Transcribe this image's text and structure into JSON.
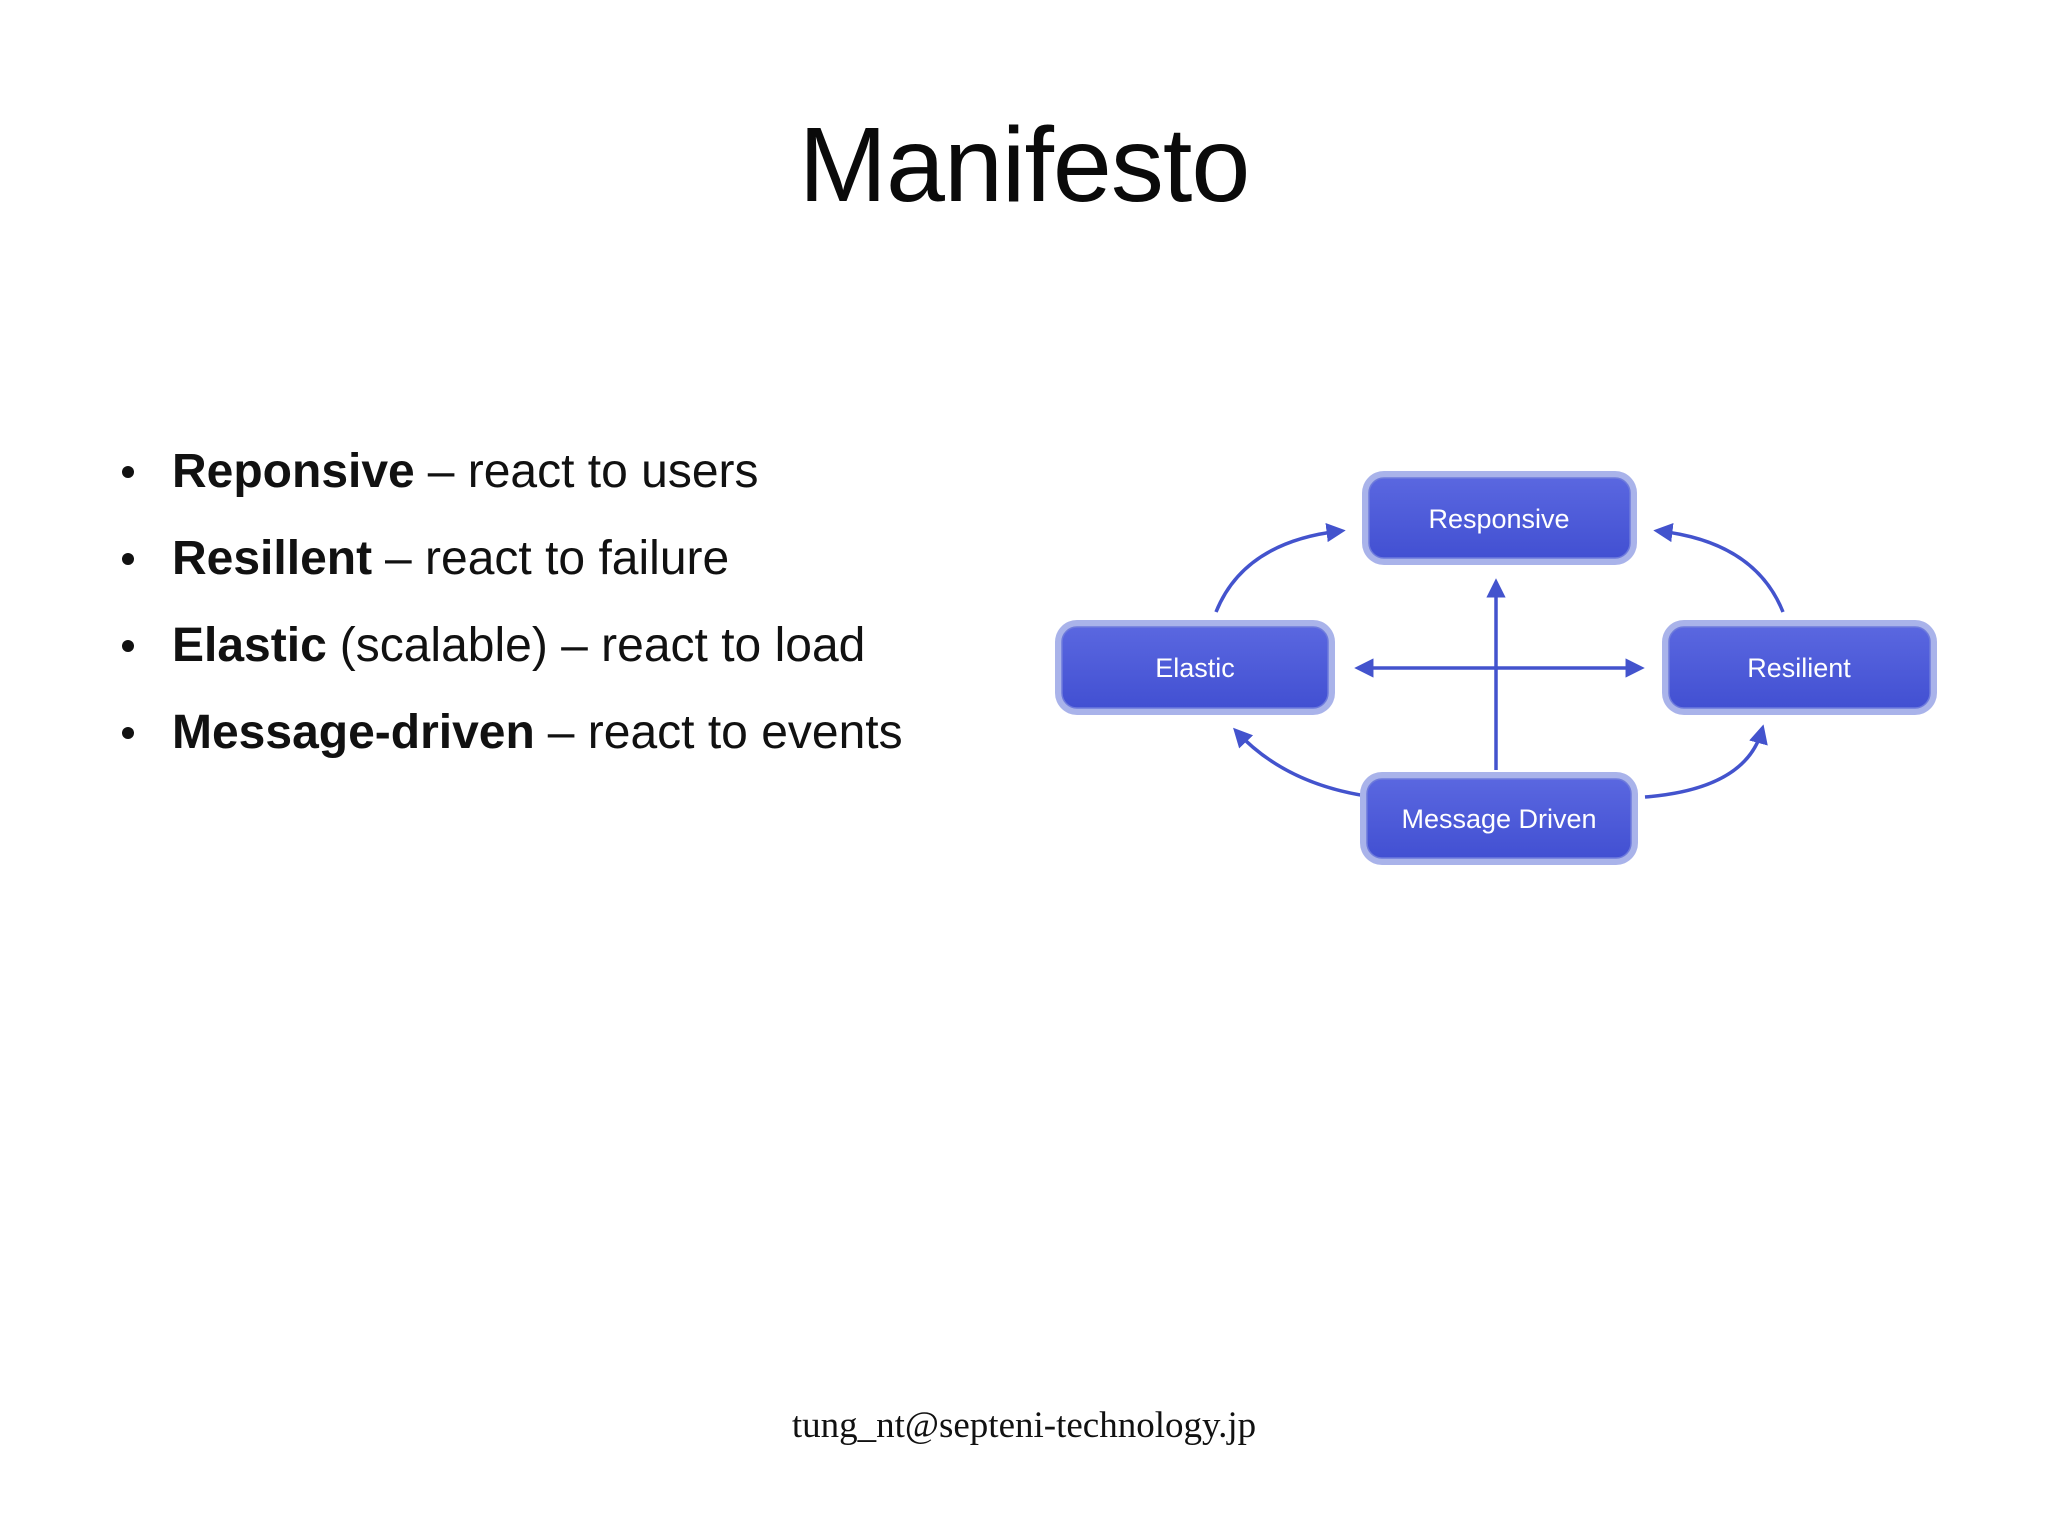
{
  "slide": {
    "title": "Manifesto",
    "footer": "tung_nt@septeni-technology.jp"
  },
  "bullets": [
    {
      "term": "Reponsive",
      "rest": "– react to users"
    },
    {
      "term": "Resillent",
      "rest": "– react to failure"
    },
    {
      "term": "Elastic",
      "rest": "(scalable) – react to load"
    },
    {
      "term": "Message-driven",
      "rest": "– react to events"
    }
  ],
  "diagram": {
    "nodes": [
      {
        "label": "Responsive"
      },
      {
        "label": "Elastic"
      },
      {
        "label": "Resilient"
      },
      {
        "label": "Message Driven"
      }
    ],
    "colors": {
      "node_fill_top": "#5a67e0",
      "node_fill_bottom": "#4250d2",
      "node_border": "#a9b3ea",
      "node_inner_edge": "#6d7adc",
      "arrow": "#4353cd",
      "label_text": "#ffffff"
    }
  }
}
